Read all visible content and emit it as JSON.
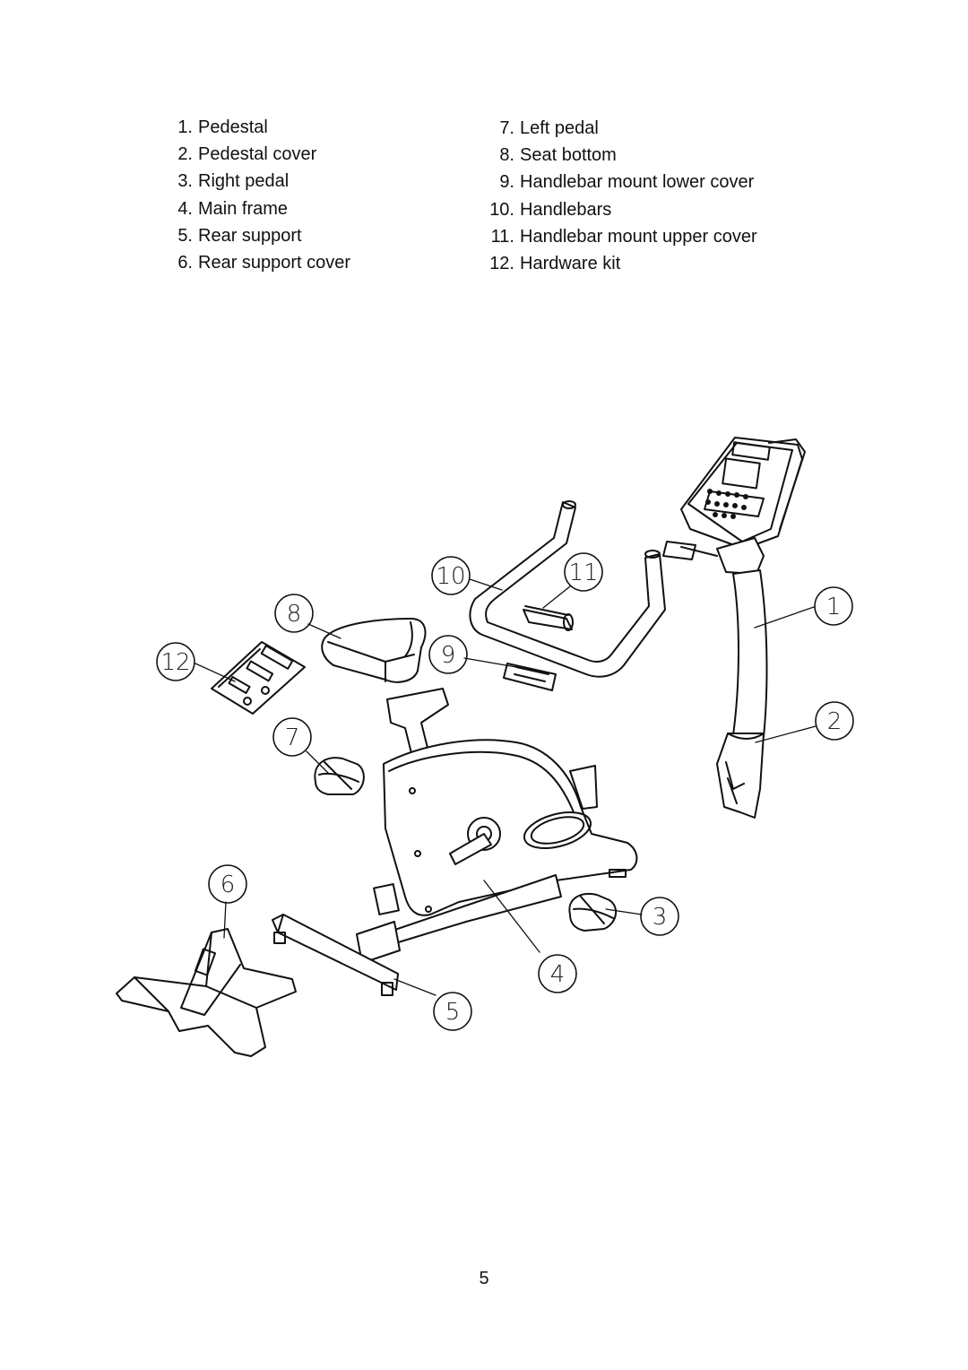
{
  "parts_left": [
    {
      "num": "1.",
      "name": "Pedestal"
    },
    {
      "num": "2.",
      "name": "Pedestal cover"
    },
    {
      "num": "3.",
      "name": "Right pedal"
    },
    {
      "num": "4.",
      "name": "Main frame"
    },
    {
      "num": "5.",
      "name": "Rear support"
    },
    {
      "num": "6.",
      "name": "Rear support cover"
    }
  ],
  "parts_right": [
    {
      "num": "7.",
      "name": "Left pedal"
    },
    {
      "num": "8.",
      "name": "Seat bottom"
    },
    {
      "num": "9.",
      "name": "Handlebar mount lower cover"
    },
    {
      "num": "10.",
      "name": "Handlebars"
    },
    {
      "num": "11.",
      "name": "Handlebar mount upper cover"
    },
    {
      "num": "12.",
      "name": "Hardware kit"
    }
  ],
  "callouts": [
    "1",
    "2",
    "3",
    "4",
    "5",
    "6",
    "7",
    "8",
    "9",
    "10",
    "11",
    "12"
  ],
  "page_number": "5"
}
